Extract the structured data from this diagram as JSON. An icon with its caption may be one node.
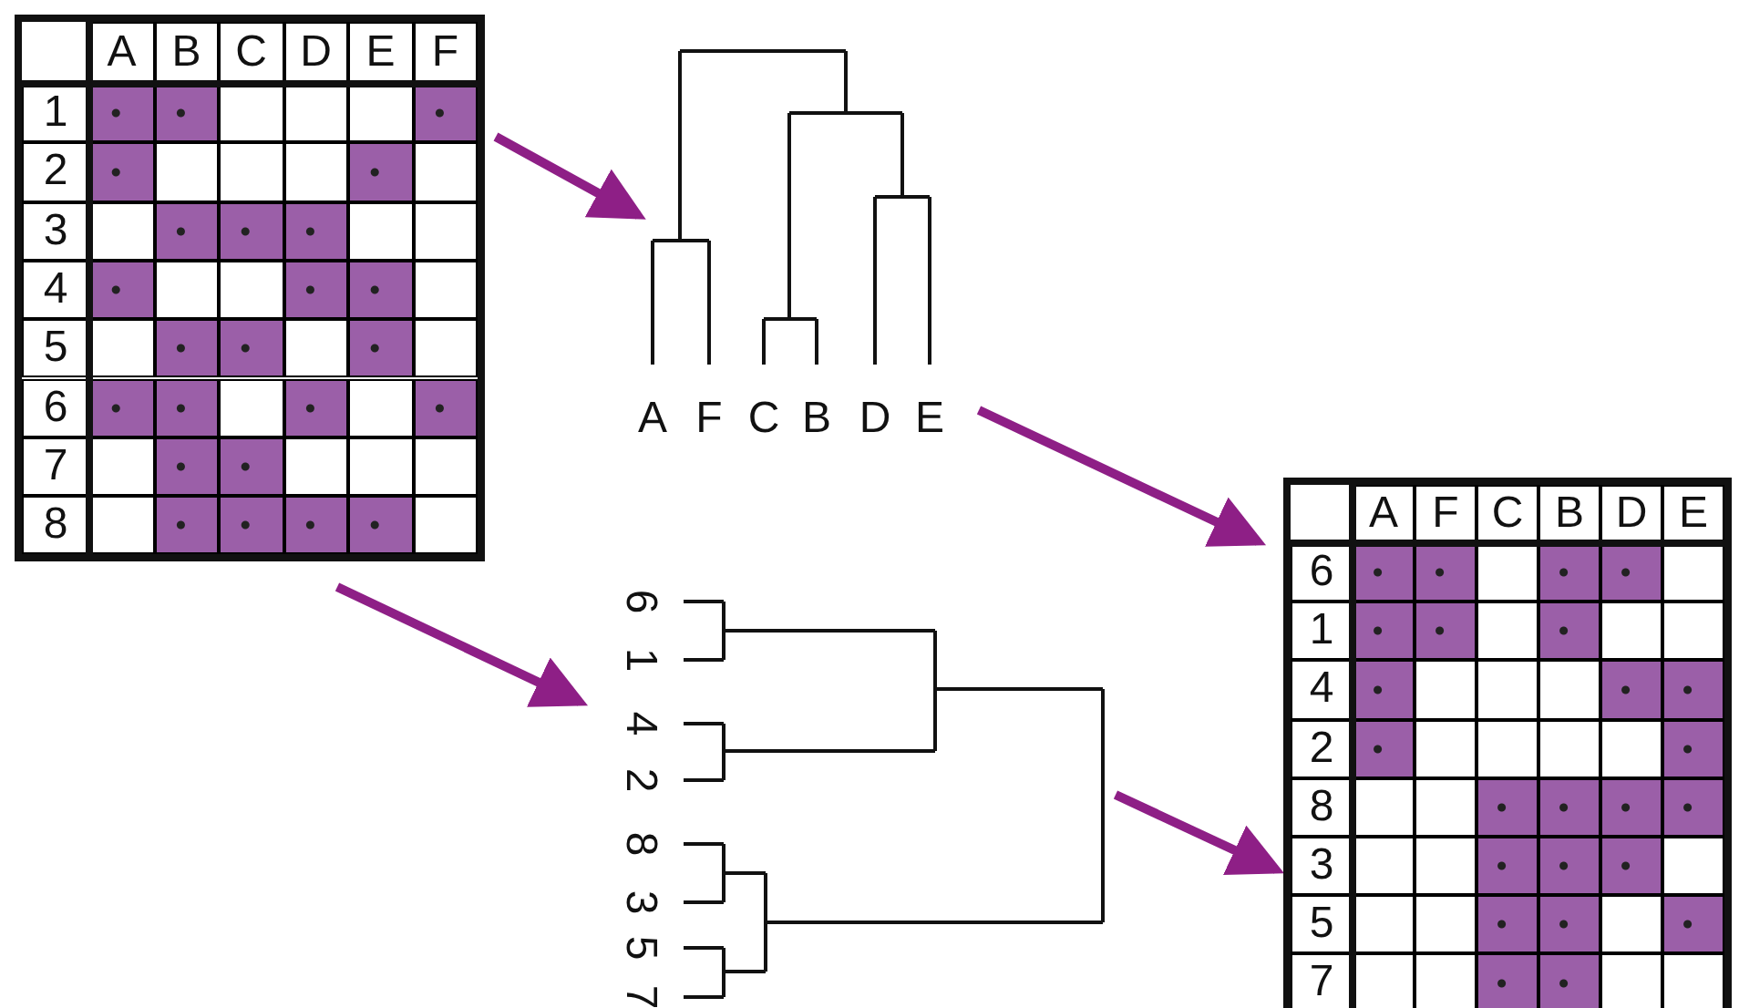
{
  "diagram": {
    "nodes": [
      {
        "text": [
          "A",
          "B",
          "C",
          "D",
          "E",
          "F",
          "1",
          "2",
          "3",
          "4",
          "5",
          "6",
          "7",
          "8"
        ]
      },
      {
        "text": [
          "A",
          "F",
          "C",
          "B",
          "D",
          "E"
        ]
      },
      {
        "text": [
          "6",
          "1",
          "4",
          "2",
          "8",
          "3",
          "5",
          "7"
        ]
      },
      {
        "text": [
          "A",
          "F",
          "C",
          "B",
          "D",
          "E",
          "6",
          "1",
          "4",
          "2",
          "8",
          "3",
          "5",
          "7"
        ]
      }
    ],
    "edges": [
      {
        "from": 0,
        "to": 1,
        "arrow": "to"
      },
      {
        "from": 1,
        "to": 3,
        "arrow": "to"
      },
      {
        "from": 0,
        "to": 2,
        "arrow": "to"
      },
      {
        "from": 2,
        "to": 3,
        "arrow": "to"
      }
    ]
  }
}
